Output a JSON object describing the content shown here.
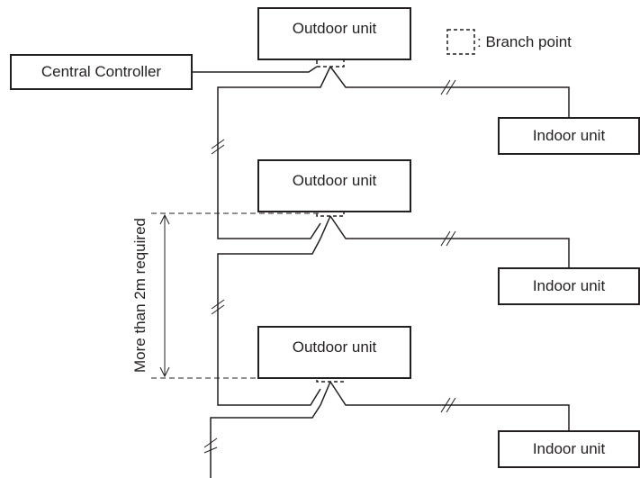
{
  "labels": {
    "outdoor_unit": "Outdoor unit",
    "indoor_unit": "Indoor unit",
    "central_controller": "Central Controller",
    "branch_point_legend": ": Branch point",
    "spacing_requirement": "More than 2m required"
  },
  "colors": {
    "line": "#231f20",
    "background": "#ffffff"
  }
}
